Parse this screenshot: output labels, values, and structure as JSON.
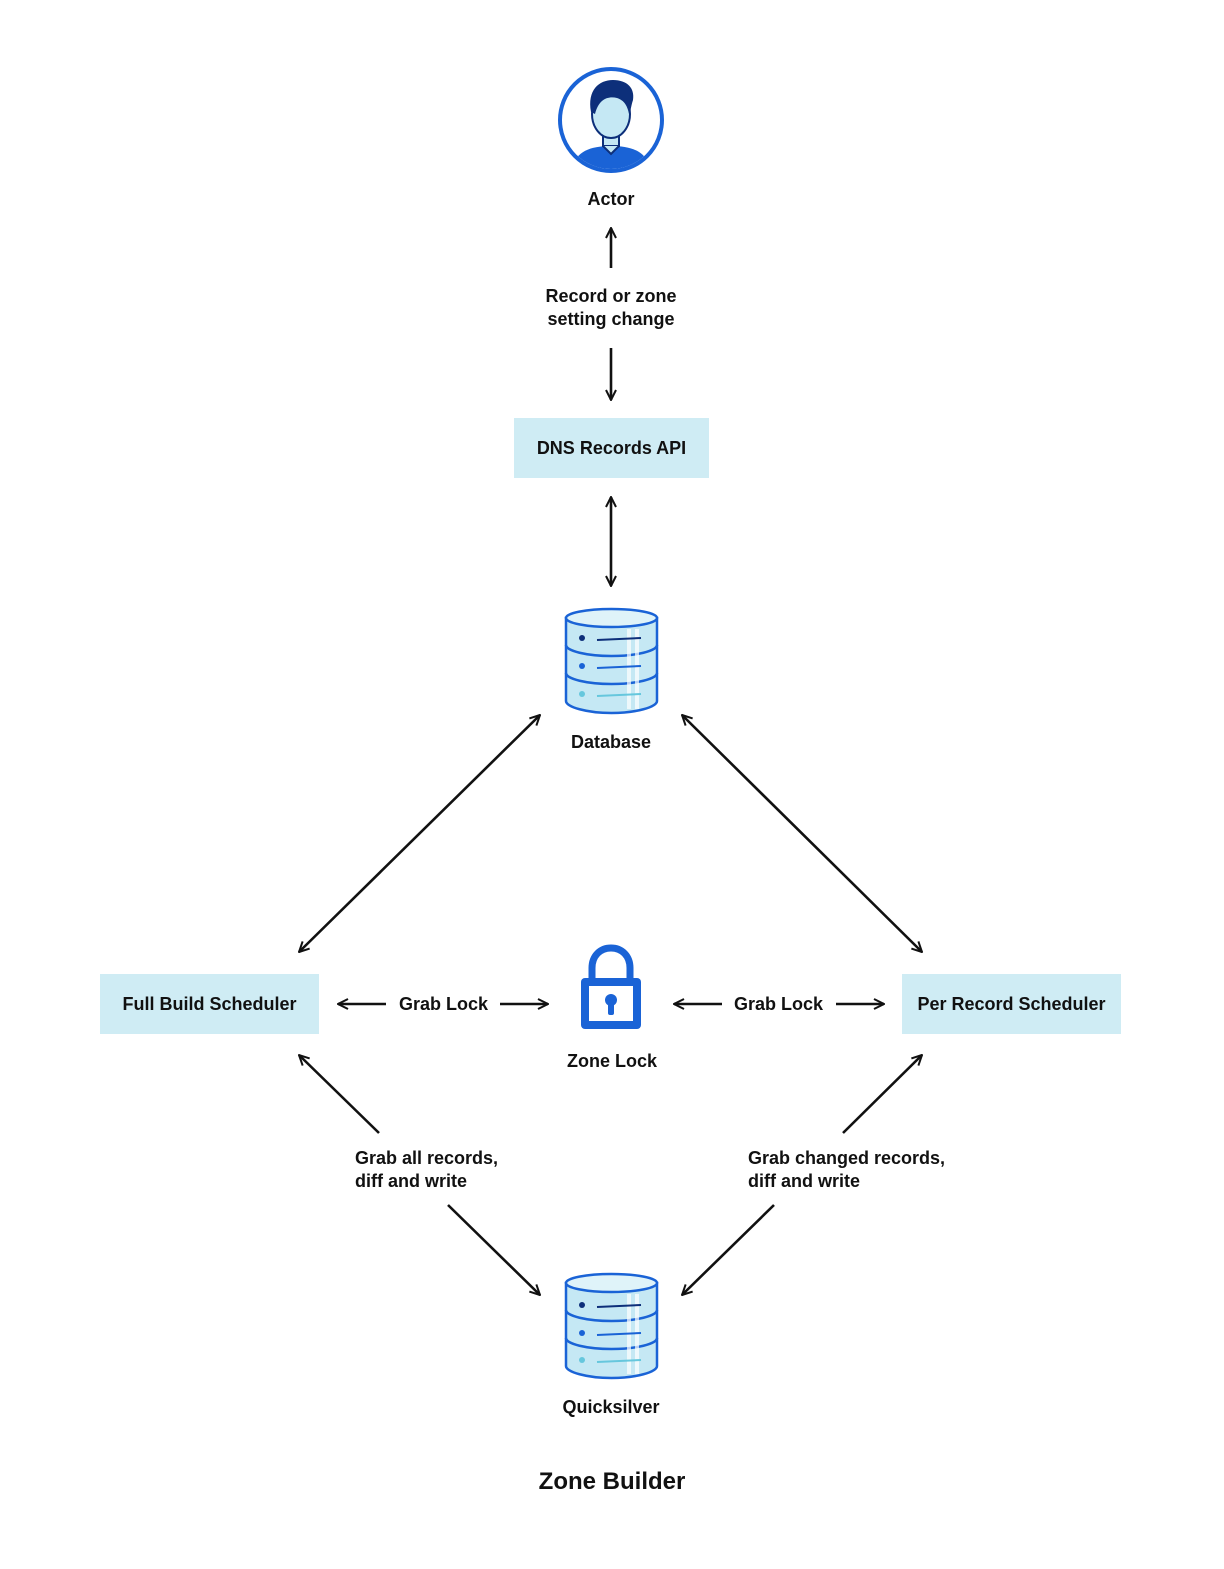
{
  "diagram": {
    "title": "Zone Builder",
    "nodes": {
      "actor": {
        "label": "Actor",
        "icon": "person-icon"
      },
      "dns_api": {
        "label": "DNS Records API"
      },
      "database": {
        "label": "Database",
        "icon": "database-icon"
      },
      "full_build": {
        "label": "Full Build Scheduler"
      },
      "zone_lock": {
        "label": "Zone Lock",
        "icon": "lock-icon"
      },
      "per_record": {
        "label": "Per Record Scheduler"
      },
      "quicksilver": {
        "label": "Quicksilver",
        "icon": "database-icon"
      }
    },
    "edges": {
      "actor_api": "Record or zone\nsetting change",
      "full_lock": "Grab Lock",
      "per_lock": "Grab Lock",
      "full_qs": "Grab all records,\ndiff and write",
      "per_qs": "Grab changed records,\ndiff and write"
    },
    "colors": {
      "accent": "#1a63d6",
      "box_fill": "#cfecf4",
      "icon_fill": "#c5e8f4",
      "dark": "#0d2f7a",
      "text": "#111111"
    }
  }
}
